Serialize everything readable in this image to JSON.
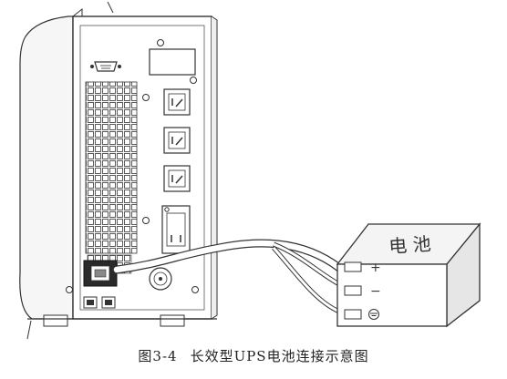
{
  "caption": {
    "number": "图3-4",
    "title": "长效型UPS电池连接示意图"
  },
  "battery": {
    "label": "电 池",
    "terminals": [
      {
        "symbol": "+"
      },
      {
        "symbol": "−"
      },
      {
        "symbol": "⏚"
      }
    ]
  },
  "colors": {
    "line": "#333333",
    "fill": "#ffffff",
    "shade": "#e8e8e8"
  }
}
